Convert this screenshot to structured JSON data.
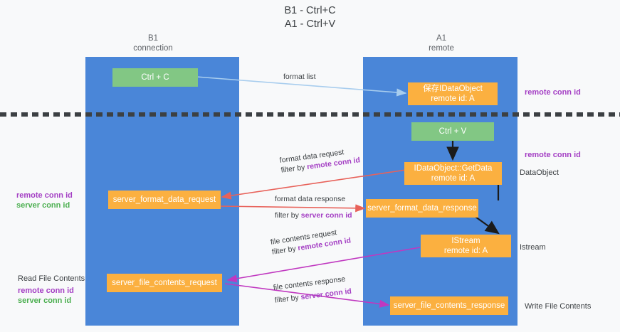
{
  "title": "B1 - Ctrl+C\nA1 - Ctrl+V",
  "columns": {
    "left": {
      "name": "B1",
      "role": "connection",
      "header": "B1\nconnection"
    },
    "right": {
      "name": "A1",
      "role": "remote",
      "header": "A1\nremote"
    }
  },
  "nodes": {
    "ctrl_c": {
      "label": "Ctrl + C",
      "color": "#82c784"
    },
    "save_dataobject": {
      "label": "保存IDataObject\nremote id: A",
      "color": "#fbb040"
    },
    "ctrl_v": {
      "label": "Ctrl + V",
      "color": "#82c784"
    },
    "getdata": {
      "label": "IDataObject::GetData\nremote id: A",
      "color": "#fbb040"
    },
    "server_format_data_request": {
      "label": "server_format_data_request",
      "color": "#fbb040"
    },
    "server_format_data_response": {
      "label": "server_format_data_response",
      "color": "#fbb040"
    },
    "istream": {
      "label": "IStream\nremote id: A",
      "color": "#fbb040"
    },
    "server_file_contents_request": {
      "label": "server_file_contents_request",
      "color": "#fbb040"
    },
    "server_file_contents_response": {
      "label": "server_file_contents_response",
      "color": "#fbb040"
    }
  },
  "edges": {
    "format_list": {
      "label": "format list",
      "color": "#a8cdee"
    },
    "format_data_request": {
      "line1": "format data request",
      "line2_prefix": "filter by ",
      "line2_key": "remote conn id",
      "color": "#e8625a"
    },
    "format_data_response": {
      "line1": "format data response",
      "line2_prefix": "filter by ",
      "line2_key": "server conn id",
      "color": "#e8625a"
    },
    "file_contents_request": {
      "line1": "file contents request",
      "line2_prefix": "filter by ",
      "line2_key": "remote conn id",
      "color": "#c038c0"
    },
    "file_contents_response": {
      "line1": "file contents response",
      "line2_prefix": "filter by ",
      "line2_key": "server conn id",
      "color": "#c038c0"
    }
  },
  "annotations": {
    "right_top_remote_conn_id": "remote conn id",
    "right_mid_remote_conn_id": "remote conn id",
    "right_dataobject": "DataObject",
    "right_istream": "Istream",
    "right_write_file_contents": "Write File Contents",
    "left_mid_remote_conn_id": "remote conn id",
    "left_mid_server_conn_id": "server conn id",
    "left_read_file_contents": "Read File Contents",
    "left_low_remote_conn_id": "remote conn id",
    "left_low_server_conn_id": "server conn id"
  },
  "colors": {
    "lane": "#4a86d8",
    "node_green": "#82c784",
    "node_orange": "#fbb040",
    "purple": "#a43fc4",
    "green_text": "#4caf50",
    "red_edge": "#e8625a",
    "magenta_edge": "#c038c0",
    "light_blue_edge": "#a8cdee",
    "divider": "#3c4043",
    "background": "#f8f9fa"
  }
}
